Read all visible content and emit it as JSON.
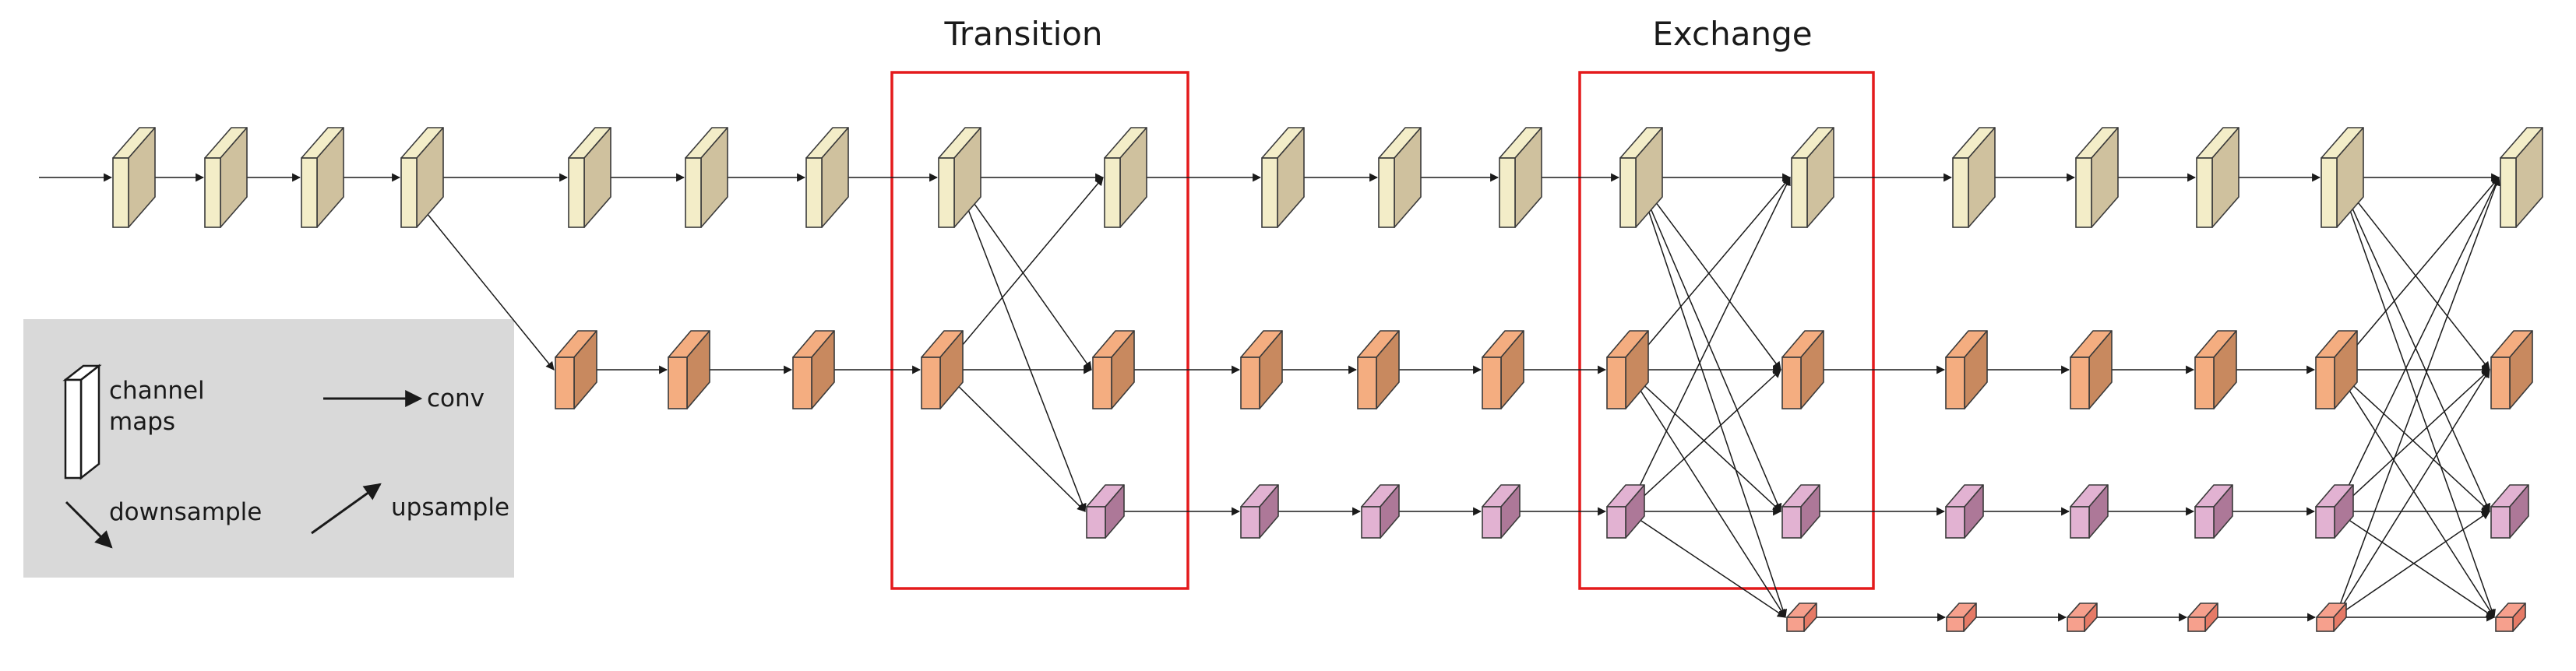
{
  "stage_labels": {
    "transition": "Transition",
    "exchange": "Exchange"
  },
  "legend": {
    "channel_maps_line1": "channel",
    "channel_maps_line2": "maps",
    "conv": "conv",
    "downsample": "downsample",
    "upsample": "upsample"
  },
  "colors": {
    "stream1_light": "#f3edc8",
    "stream1_dark": "#cfc19e",
    "stream2_light": "#f4ad80",
    "stream2_dark": "#c8895f",
    "stream3_light": "#e2b2d2",
    "stream3_dark": "#ad7898",
    "stream4_light": "#f6a08d",
    "stream4_dark": "#e57a66",
    "highlight_box": "#e41a1c",
    "legend_bg": "#d9d9d9"
  }
}
